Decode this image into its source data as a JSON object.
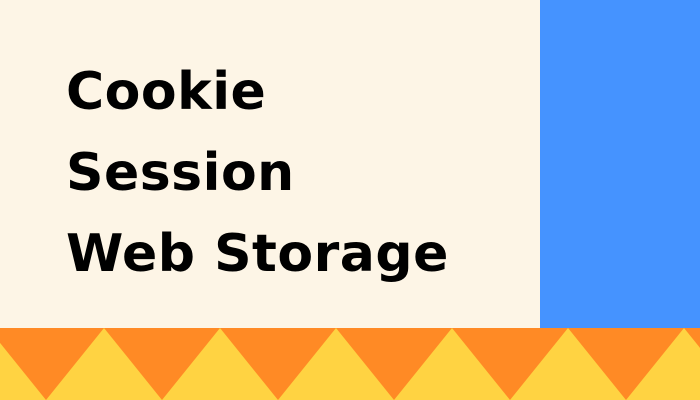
{
  "banner": {
    "title_lines": [
      "Cookie",
      "Session",
      "Web Storage"
    ]
  },
  "colors": {
    "background": "#FDF5E6",
    "accent_panel": "#4593FF",
    "text": "#000000",
    "band_orange": "#FF8A25",
    "band_yellow": "#FFD342"
  }
}
